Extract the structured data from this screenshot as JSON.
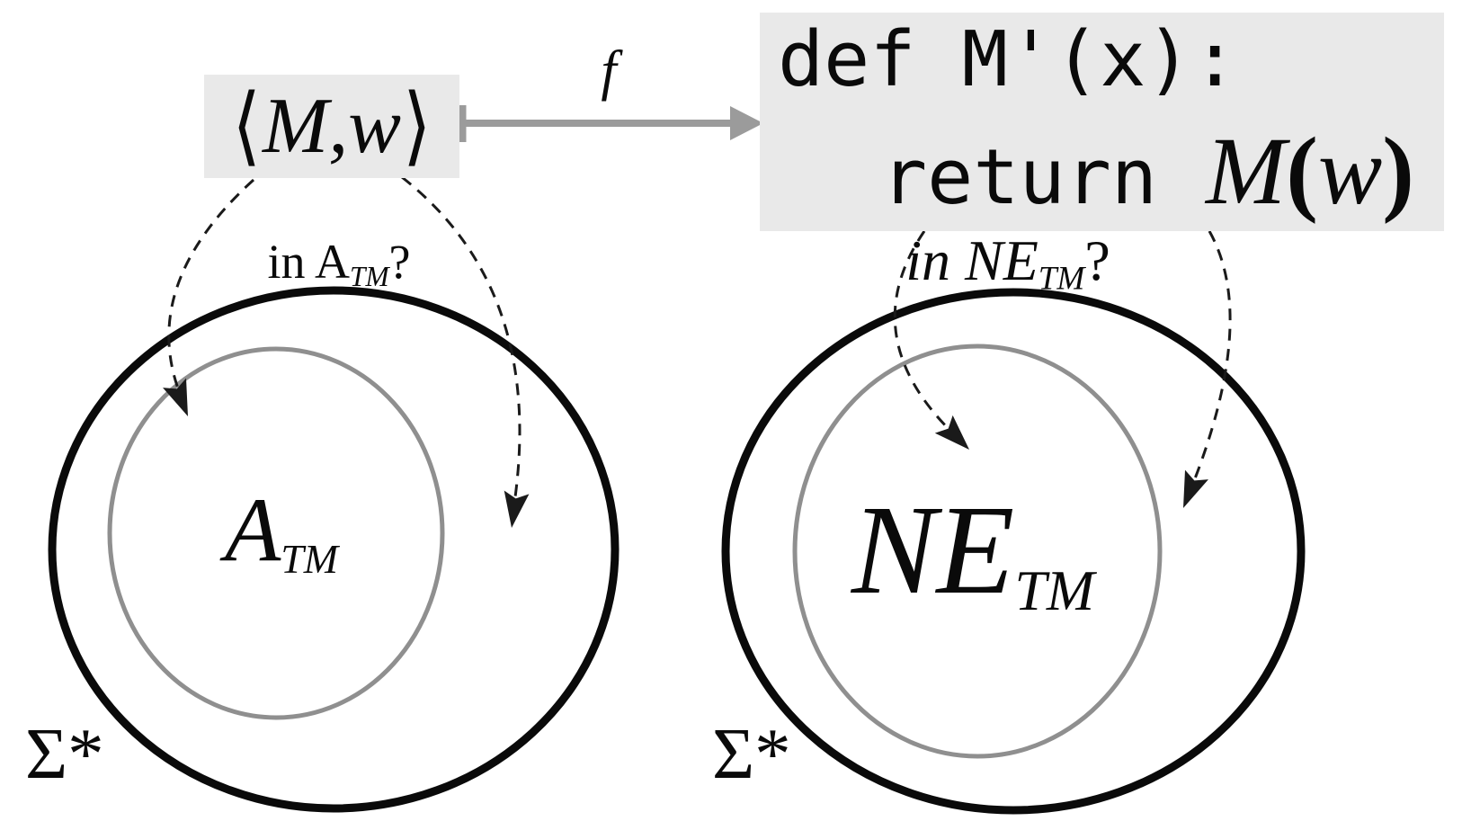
{
  "colors": {
    "background": "#ffffff",
    "box_background": "#e9e9e9",
    "map_arrow_gray": "#9b9b9b",
    "inner_set_gray": "#8f8f8f",
    "outline_black": "#0a0a0a"
  },
  "input_box": {
    "open_bracket": "⟨",
    "machine": "M",
    "comma": ",",
    "word": "w",
    "close_bracket": "⟩"
  },
  "map_arrow": {
    "label": "f"
  },
  "code_box": {
    "line1": "def M'(x):",
    "line2_keyword": "return",
    "line2_func": "M",
    "line2_open_paren": "(",
    "line2_arg": "w",
    "line2_close_paren": ")"
  },
  "left_set": {
    "question_prefix": "in A",
    "question_sub": "TM",
    "question_mark": "?",
    "label_main": "A",
    "label_sub": "TM",
    "universe_label": "Σ*"
  },
  "right_set": {
    "question_prefix": "in NE",
    "question_sub": "TM",
    "question_mark": "?",
    "label_main": "NE",
    "label_sub": "TM",
    "universe_label": "Σ*"
  }
}
